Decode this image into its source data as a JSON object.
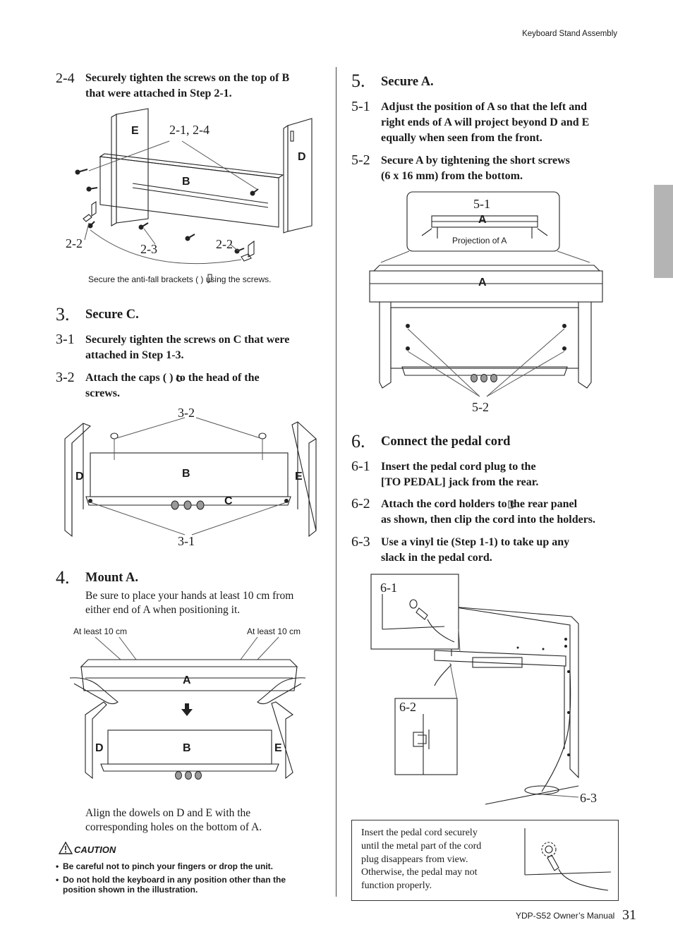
{
  "header": {
    "section": "Keyboard Stand Assembly"
  },
  "step2_4": {
    "num": "2-4",
    "text_l1": "Securely tighten the screws on the top of B",
    "text_l2": "that were attached in Step 2-1.",
    "fig": {
      "label_e": "E",
      "label_b": "B",
      "label_d": "D",
      "label_21_24": "2-1, 2-4",
      "label_22_left": "2-2",
      "label_23": "2-3",
      "label_22_right": "2-2",
      "caption": "Secure the anti-fall brackets (    ) using the screws."
    }
  },
  "step3": {
    "num": "3.",
    "title": "Secure C.",
    "sub1": {
      "num": "3-1",
      "l1": "Securely tighten the screws on C that were",
      "l2": "attached in Step 1-3."
    },
    "sub2": {
      "num": "3-2",
      "l1": "Attach the caps (    ) to the head of the",
      "l2": "screws."
    },
    "fig": {
      "label_32": "3-2",
      "label_d": "D",
      "label_b": "B",
      "label_e": "E",
      "label_c": "C",
      "label_31": "3-1"
    }
  },
  "step4": {
    "num": "4.",
    "title": "Mount A.",
    "body_l1": "Be sure to place your hands at least 10 cm from",
    "body_l2": "either end of A when positioning it.",
    "fig": {
      "at_least_left": "At least 10 cm",
      "at_least_right": "At least 10 cm",
      "label_a": "A",
      "label_d": "D",
      "label_b": "B",
      "label_e": "E"
    },
    "align_l1": "Align the dowels on D and E with the",
    "align_l2": "corresponding holes on the bottom of A."
  },
  "caution": {
    "title": "CAUTION",
    "items": [
      "Be careful not to pinch your fingers or drop the unit.",
      "Do not hold the keyboard in any position other than the",
      "position shown in the illustration."
    ]
  },
  "step5": {
    "num": "5.",
    "title": "Secure A.",
    "sub1": {
      "num": "5-1",
      "l1": "Adjust the position of A so that the left and",
      "l2": "right ends of A will project beyond D and E",
      "l3": "equally when seen from the front."
    },
    "sub2": {
      "num": "5-2",
      "l1": "Secure A by tightening the short screws",
      "l2": "(6 x 16 mm) from the bottom."
    },
    "fig": {
      "label_51": "5-1",
      "label_a_inset": "A",
      "projection": "Projection of A",
      "label_a": "A",
      "label_52": "5-2"
    }
  },
  "step6": {
    "num": "6.",
    "title": "Connect the pedal cord",
    "sub1": {
      "num": "6-1",
      "l1": "Insert the pedal cord plug to the",
      "l2": "[TO PEDAL] jack from the rear."
    },
    "sub2": {
      "num": "6-2",
      "l1": "Attach the cord holders      to the rear panel",
      "l2": "as shown, then clip the cord into the holders."
    },
    "sub3": {
      "num": "6-3",
      "l1": "Use a vinyl tie (Step 1-1) to take up any",
      "l2": "slack in the pedal cord."
    },
    "fig": {
      "label_61": "6-1",
      "label_62": "6-2",
      "label_63": "6-3"
    }
  },
  "note": {
    "lines": [
      "Insert the pedal cord securely",
      "until the metal part of the cord",
      "plug disappears from view.",
      "Otherwise, the pedal may not",
      "function properly."
    ]
  },
  "footer": {
    "model": "YDP-S52 Owner’s Manual",
    "page": "31"
  }
}
